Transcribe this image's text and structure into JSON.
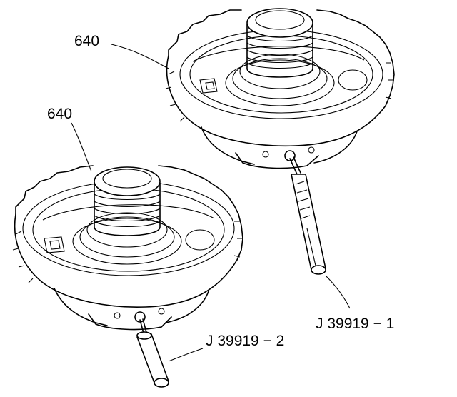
{
  "labels": {
    "part_upper": "640",
    "part_lower": "640",
    "tool_1": "J 39919 − 1",
    "tool_2": "J 39919 − 2"
  }
}
